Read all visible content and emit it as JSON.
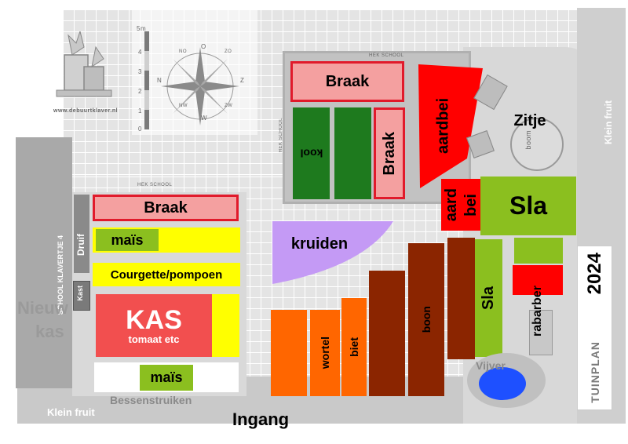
{
  "plan": {
    "label": "TUINPLAN",
    "year": "2024"
  },
  "beds": {
    "braak_top": "Braak",
    "braak_vertical": "Braak",
    "braak_left": "Braak",
    "kool": "kool",
    "aardbei_large": "aardbei",
    "aardbei_small_1": "aard",
    "aardbei_small_2": "bei",
    "zitje": "Zitje",
    "sla_large": "Sla",
    "sla_small": "Sla",
    "kruiden": "kruiden",
    "mais_top": "maïs",
    "mais_bottom": "maïs",
    "courgette": "Courgette/pompoen",
    "kas_title": "KAS",
    "kas_sub": "tomaat etc",
    "wortel": "wortel",
    "biet": "biet",
    "boon": "boon",
    "rabarber": "rabarber",
    "druif": "Druif",
    "kast": "Kast",
    "vijver": "Vijver"
  },
  "labels": {
    "nieuwe_kas_1": "Nieuw",
    "nieuwe_kas_2": "kas",
    "klein_fruit_left": "Klein fruit",
    "klein_fruit_right": "Klein fruit",
    "bessenstruiken": "Bessenstruiken",
    "ingang": "Ingang",
    "school_street": "SCHOOL KLAVERTJE 4",
    "hek_school_1": "HEK SCHOOL",
    "hek_school_2": "HEK SCHOOL",
    "hek_school_3": "HEK SCHOOL",
    "website": "www.debuurtklaver.nl",
    "boom": "boom",
    "scale": "5m"
  },
  "compass": {
    "n": "N",
    "no": "NO",
    "o": "O",
    "zo": "ZO",
    "z": "Z",
    "zw": "ZW",
    "w": "W",
    "nw": "NW"
  },
  "scale_ticks": [
    "5m",
    "4",
    "3",
    "2",
    "1",
    "0"
  ],
  "colors": {
    "braak": "#f4a0a0",
    "kool": "#1e7a1e",
    "aardbei": "#ff0000",
    "sla": "#8bbf1f",
    "kruiden": "#c49af5",
    "mais": "#ffff00",
    "kas": "#f24f4f",
    "oranje": "#ff6600",
    "bruin": "#8b2500",
    "vijver": "#1e50ff"
  }
}
